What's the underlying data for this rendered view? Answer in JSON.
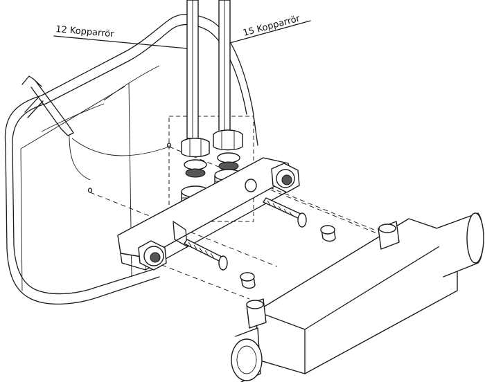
{
  "labels": {
    "pipe_12": "12 Kopparrör",
    "pipe_15": "15 Kopparrör"
  },
  "colors": {
    "line": "#1a1a1a",
    "background": "#ffffff",
    "shade": "#d9d9d9"
  },
  "icons": [
    "wall-tile",
    "copper-pipe",
    "compression-nut",
    "wall-bracket",
    "screw",
    "wall-plug",
    "thermostatic-mixer",
    "drill-bit"
  ]
}
